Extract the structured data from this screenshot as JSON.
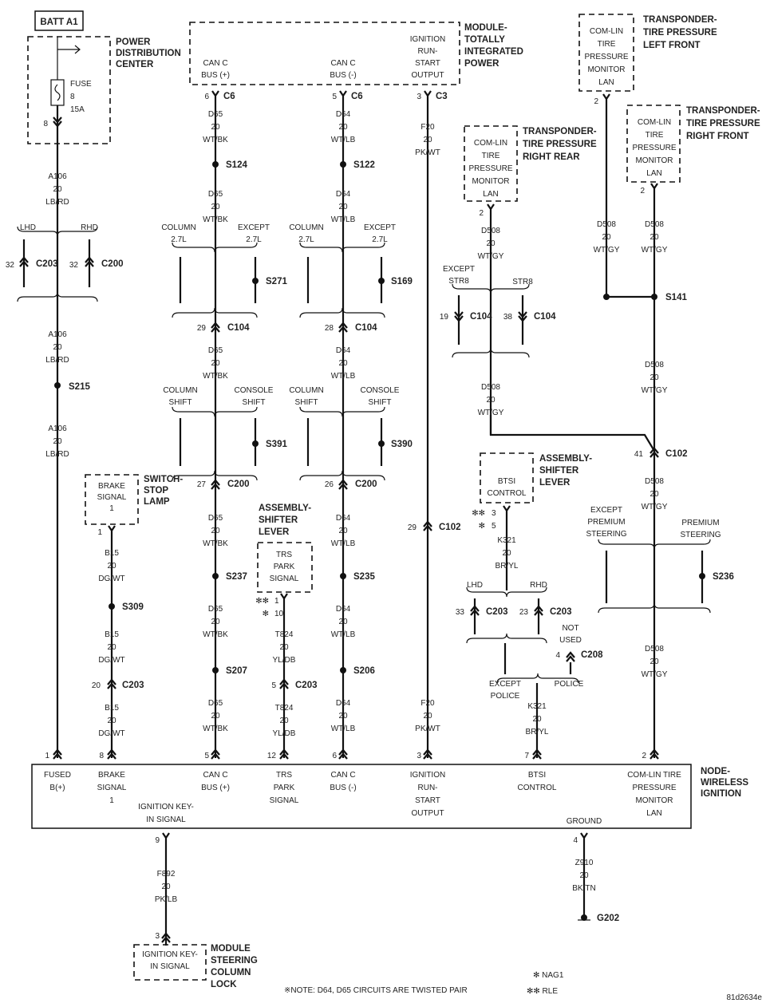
{
  "header": {
    "batt": "BATT A1"
  },
  "labels": {
    "pdc": [
      "POWER",
      "DISTRIBUTION",
      "CENTER"
    ],
    "tipm": [
      "MODULE-",
      "TOTALLY",
      "INTEGRATED",
      "POWER"
    ],
    "tplf": [
      "TRANSPONDER-",
      "TIRE PRESSURE",
      "LEFT FRONT"
    ],
    "tprf": [
      "TRANSPONDER-",
      "TIRE PRESSURE",
      "RIGHT FRONT"
    ],
    "tprr": [
      "TRANSPONDER-",
      "TIRE PRESSURE",
      "RIGHT REAR"
    ],
    "stop": [
      "SWITCH-",
      "STOP",
      "LAMP"
    ],
    "asl1": [
      "ASSEMBLY-",
      "SHIFTER",
      "LEVER"
    ],
    "asl2": [
      "ASSEMBLY-",
      "SHIFTER",
      "LEVER"
    ],
    "wi": [
      "NODE-",
      "WIRELESS",
      "IGNITION"
    ],
    "msc": [
      "MODULE",
      "STEERING",
      "COLUMN",
      "LOCK"
    ]
  },
  "fuse": [
    "FUSE",
    "8",
    "15A"
  ],
  "module_pins": {
    "tipm": [
      [
        "CAN C",
        "BUS (+)"
      ],
      [
        "CAN C",
        "BUS (-)"
      ],
      [
        "IGNITION",
        "RUN-",
        "START",
        "OUTPUT"
      ]
    ],
    "lf": [
      "COM-LIN",
      "TIRE",
      "PRESSURE",
      "MONITOR",
      "LAN"
    ],
    "rf": [
      "COM-LIN",
      "TIRE",
      "PRESSURE",
      "MONITOR",
      "LAN"
    ],
    "rr": [
      "COM-LIN",
      "TIRE",
      "PRESSURE",
      "MONITOR",
      "LAN"
    ],
    "brake": [
      "BRAKE",
      "SIGNAL",
      "1"
    ],
    "trs": [
      "TRS",
      "PARK",
      "SIGNAL"
    ],
    "btsi": [
      "BTSI",
      "CONTROL"
    ],
    "msc": [
      "IGNITION KEY-",
      "IN SIGNAL"
    ]
  },
  "wi_pins": [
    [
      "FUSED",
      "B(+)"
    ],
    [
      "BRAKE",
      "SIGNAL",
      "1"
    ],
    [
      "CAN C",
      "BUS (+)"
    ],
    [
      "TRS",
      "PARK",
      "SIGNAL"
    ],
    [
      "CAN C",
      "BUS (-)"
    ],
    [
      "IGNITION",
      "RUN-",
      "START",
      "OUTPUT"
    ],
    [
      "BTSI",
      "CONTROL"
    ],
    [
      "COM-LIN TIRE",
      "PRESSURE",
      "MONITOR",
      "LAN"
    ],
    [
      "IGNITION KEY-",
      "IN SIGNAL"
    ],
    [
      "GROUND"
    ]
  ],
  "wires": {
    "a106": [
      "A106",
      "20",
      "LB/RD"
    ],
    "d65": [
      "D65",
      "20",
      "WT/BK"
    ],
    "d64": [
      "D64",
      "20",
      "WT/LB"
    ],
    "f20": [
      "F20",
      "20",
      "PK/WT"
    ],
    "d508": [
      "D508",
      "20",
      "WT/GY"
    ],
    "b15": [
      "B15",
      "20",
      "DG/WT"
    ],
    "t824": [
      "T824",
      "20",
      "YL/DB"
    ],
    "k321": [
      "K321",
      "20",
      "BR/YL"
    ],
    "f892": [
      "F892",
      "20",
      "PK/LB"
    ],
    "z910": [
      "Z910",
      "20",
      "BK/TN"
    ]
  },
  "connectors": {
    "c6": "C6",
    "c3": "C3",
    "c203": "C203",
    "c200": "C200",
    "c104": "C104",
    "c102": "C102",
    "c208": "C208"
  },
  "splices": {
    "s124": "S124",
    "s122": "S122",
    "s271": "S271",
    "s169": "S169",
    "s215": "S215",
    "s391": "S391",
    "s390": "S390",
    "s237": "S237",
    "s235": "S235",
    "s309": "S309",
    "s207": "S207",
    "s206": "S206",
    "s141": "S141",
    "s236": "S236",
    "g202": "G202"
  },
  "options": {
    "lhd": "LHD",
    "rhd": "RHD",
    "column27": [
      "COLUMN",
      "2.7L"
    ],
    "except27": [
      "EXCEPT",
      "2.7L"
    ],
    "colshift": [
      "COLUMN",
      "SHIFT"
    ],
    "conshift": [
      "CONSOLE",
      "SHIFT"
    ],
    "exstr8": [
      "EXCEPT",
      "STR8"
    ],
    "str8": "STR8",
    "expremium": [
      "EXCEPT",
      "PREMIUM",
      "STEERING"
    ],
    "premium": [
      "PREMIUM",
      "STEERING"
    ],
    "notused": [
      "NOT",
      "USED"
    ],
    "expolice": [
      "EXCEPT",
      "POLICE"
    ],
    "police": "POLICE"
  },
  "pins": {
    "p1": "1",
    "p2": "2",
    "p3": "3",
    "p4": "4",
    "p5": "5",
    "p6": "6",
    "p7": "7",
    "p8": "8",
    "p9": "9",
    "p10": "10",
    "p12": "12",
    "p19": "19",
    "p20": "20",
    "p23": "23",
    "p26": "26",
    "p27": "27",
    "p28": "28",
    "p29": "29",
    "p32": "32",
    "p33": "33",
    "p38": "38",
    "p41": "41"
  },
  "footer": {
    "note": "※NOTE:   D64, D65    CIRCUITS ARE TWISTED PAIR",
    "nag1": "✻ NAG1",
    "rle": "✻✻ RLE",
    "star2": "✻✻",
    "star1": "✻",
    "code": "81d2634e"
  }
}
